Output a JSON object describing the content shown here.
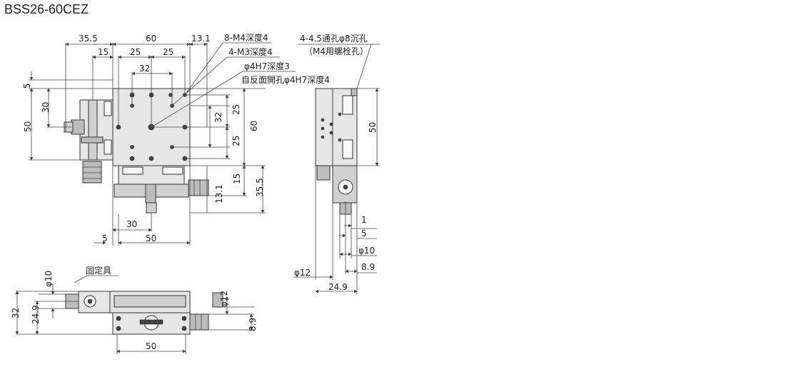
{
  "title": "BSS26-60CEZ",
  "colors": {
    "line": "#444444",
    "body": "#e6e6e6",
    "shade": "#bdbdbd"
  },
  "top_view": {
    "dims": {
      "d35_5_top": "35.5",
      "d60_top": "60",
      "d13_1_top": "13.1",
      "d15_top": "15",
      "d25_a": "25",
      "d25_b": "25",
      "d32_top": "32",
      "d5_left": "5",
      "d30_left": "30",
      "d50_left": "50",
      "d25_r1": "25",
      "d25_r2": "25",
      "d32_right": "32",
      "d60_right": "60",
      "d15_right": "15",
      "d13_1_right": "13.1",
      "d35_5_right": "35.5",
      "d30_bottom": "30",
      "d5_bottom": "5",
      "d50_bottom": "50"
    },
    "callouts": {
      "m4": "8-M4深度4",
      "m3": "4-M3深度4",
      "h7": "φ4H7深度3",
      "h7_back": "自反面開孔φ4H7深度4"
    }
  },
  "side_view": {
    "dims": {
      "d50": "50",
      "d1": "1",
      "d5": "5",
      "phi10": "φ10",
      "d8_9": "8.9",
      "phi12": "φ12",
      "d24_9": "24.9"
    },
    "callouts": {
      "holes": "4-4.5通孔φ8沉孔",
      "bolt": "（M4用螺栓孔）"
    }
  },
  "front_view": {
    "dims": {
      "phi10": "φ10",
      "d32": "32",
      "d24_9": "24.9",
      "phi12": "φ12",
      "d8_9": "8.9",
      "d50": "50"
    },
    "callouts": {
      "fixture": "固定具"
    }
  }
}
